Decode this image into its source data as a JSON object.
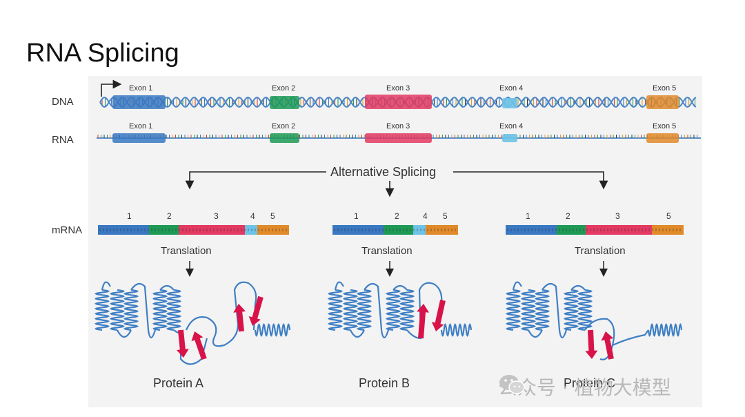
{
  "title": "RNA Splicing",
  "rows": {
    "dna": "DNA",
    "rna": "RNA",
    "mrna": "mRNA"
  },
  "exons": [
    {
      "label": "Exon 1",
      "color": "#3a78c2"
    },
    {
      "label": "Exon 2",
      "color": "#1f9a56"
    },
    {
      "label": "Exon 3",
      "color": "#e23a62"
    },
    {
      "label": "Exon 4",
      "color": "#6ec3e8"
    },
    {
      "label": "Exon 5",
      "color": "#e08a2a"
    }
  ],
  "splicing_label": "Alternative Splicing",
  "isoforms": [
    {
      "numbers": [
        "1",
        "2",
        "3",
        "4",
        "5"
      ],
      "translation": "Translation",
      "protein": "Protein A"
    },
    {
      "numbers": [
        "1",
        "2",
        "4",
        "5"
      ],
      "translation": "Translation",
      "protein": "Protein B"
    },
    {
      "numbers": [
        "1",
        "2",
        "3",
        "5"
      ],
      "translation": "Translation",
      "protein": "Protein C"
    }
  ],
  "watermark": "公众号 · 植物大模型",
  "colors": {
    "helix": "#4a86c8",
    "sheet": "#d8134a",
    "strand": "#2a6fb0"
  }
}
